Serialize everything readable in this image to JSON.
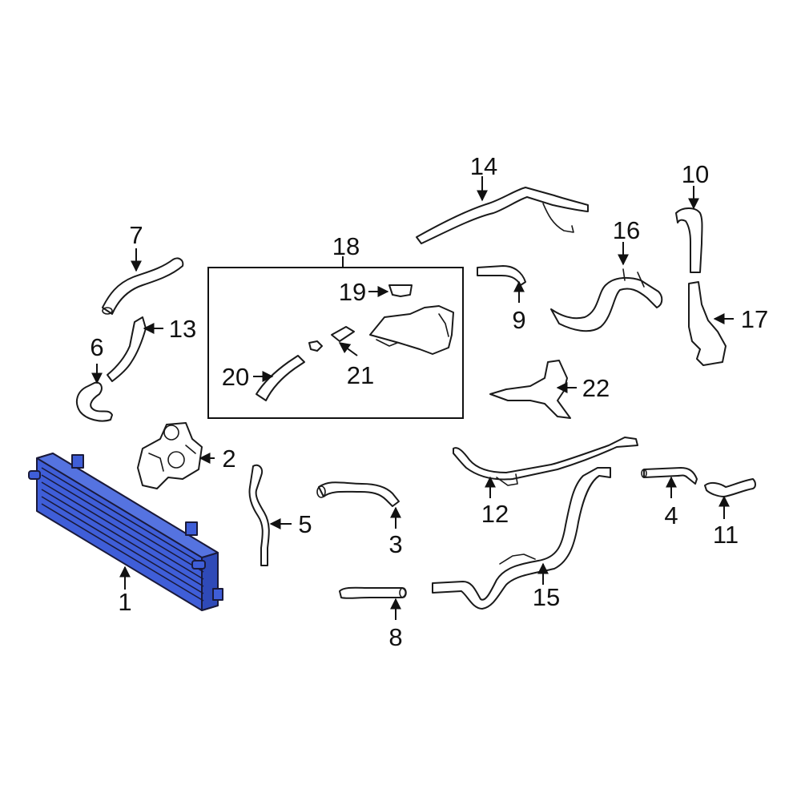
{
  "diagram": {
    "highlight_color": "#3f5ed8",
    "callouts": {
      "c1": "1",
      "c2": "2",
      "c3": "3",
      "c4": "4",
      "c5": "5",
      "c6": "6",
      "c7": "7",
      "c8": "8",
      "c9": "9",
      "c10": "10",
      "c11": "11",
      "c12": "12",
      "c13": "13",
      "c14": "14",
      "c15": "15",
      "c16": "16",
      "c17": "17",
      "c18": "18",
      "c19": "19",
      "c20": "20",
      "c21": "21",
      "c22": "22"
    }
  }
}
